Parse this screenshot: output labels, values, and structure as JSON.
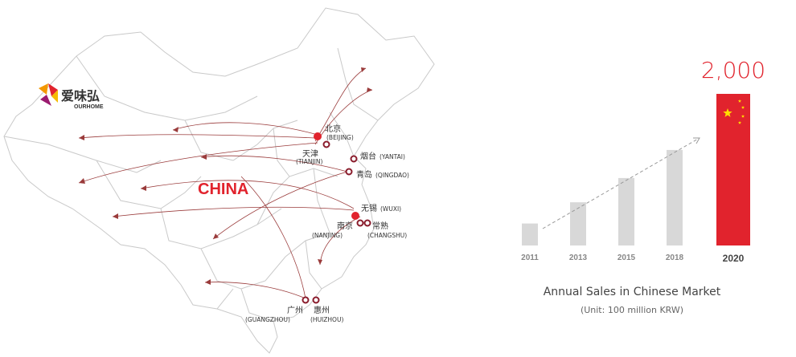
{
  "logo": {
    "name": "爱味弘",
    "sub": "OURHOME"
  },
  "country_label": "CHINA",
  "cities": [
    {
      "key": "beijing",
      "cn": "北京",
      "en": "(BEIJING)",
      "hq": true
    },
    {
      "key": "tianjin",
      "cn": "天津",
      "en": "(TIANJIN)"
    },
    {
      "key": "yantai",
      "cn": "烟台",
      "en": "(YANTAI)"
    },
    {
      "key": "qingdao",
      "cn": "青岛",
      "en": "(QINGDAO)"
    },
    {
      "key": "wuxi",
      "cn": "无锡",
      "en": "(WUXI)",
      "hq": true
    },
    {
      "key": "nanjing",
      "cn": "南京",
      "en": "(NANJING)"
    },
    {
      "key": "changshu",
      "cn": "常熟",
      "en": "(CHANGSHU)"
    },
    {
      "key": "guangzhou",
      "cn": "广州",
      "en": "(GUANGZHOU)"
    },
    {
      "key": "huizhou",
      "cn": "惠州",
      "en": "(HUIZHOU)"
    }
  ],
  "chart_data": {
    "type": "bar",
    "title": "Annual Sales in Chinese Market",
    "subtitle": "(Unit: 100 million KRW)",
    "categories": [
      "2011",
      "2013",
      "2015",
      "2018",
      "2020"
    ],
    "values": [
      290,
      570,
      890,
      1260,
      2000
    ],
    "highlight": {
      "category": "2020",
      "label": "2,000"
    },
    "ylim": [
      0,
      2000
    ],
    "trend_arrow": true,
    "colors": {
      "bar": "#d8d8d8",
      "highlight": "#e1232d",
      "star": "#ffde00",
      "arrow": "#999999"
    }
  }
}
